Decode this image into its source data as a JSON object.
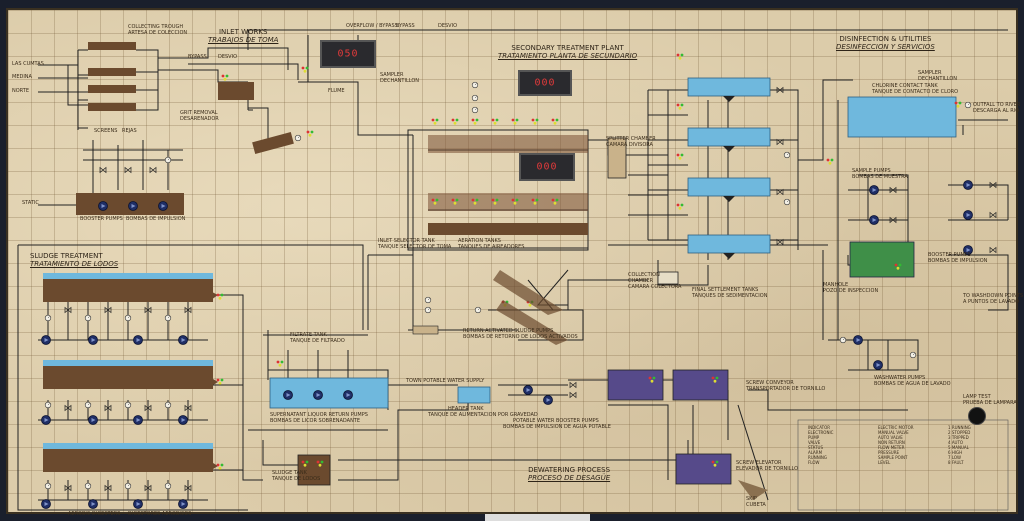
{
  "sections": {
    "inlet": {
      "en": "INLET WORKS",
      "es": "TRABAJOS DE TOMA"
    },
    "secondary": {
      "en": "SECONDARY TREATMENT PLANT",
      "es": "TRATAMIENTO PLANTA DE SECUNDARIO"
    },
    "disinfection": {
      "en": "DISINFECTION & UTILITIES",
      "es": "DESINFECCION Y SERVICIOS"
    },
    "sludge": {
      "en": "SLUDGE TREATMENT",
      "es": "TRATAMIENTO DE LODOS"
    },
    "dewatering": {
      "en": "DEWATERING PROCESS",
      "es": "PROCESO DE DESAGÜE"
    }
  },
  "meters": {
    "m1": "050",
    "m2": "000",
    "m3": "000"
  },
  "labels": {
    "collecting_trough": "COLLECTING TROUGH",
    "collecting_trough_es": "ARTESA DE COLECCION",
    "screens": "SCREENS",
    "rejas": "REJAS",
    "grit_removal": "GRIT REMOVAL",
    "grit_removal_es": "DESARENADOR",
    "booster_pumps": "BOOSTER PUMPS",
    "bombas_impulsion": "BOMBAS DE IMPULSION",
    "sampler": "SAMPLER",
    "sampler_es": "DECHANTILLON",
    "overflow": "OVERFLOW / BYPASS",
    "bypass": "BYPASS",
    "desvio": "DESVIO",
    "flume": "FLUME",
    "bypass2": "BYPASS",
    "desvio2": "DESVIO",
    "splitter": "SPLITTER CHAMBER",
    "splitter_es": "CAMARA DIVISORA",
    "aeration": "AERATION TANKS",
    "aeration_es": "TANQUES DE AIREADORES",
    "inlet_selector": "INLET SELECTOR TANK",
    "inlet_selector_es": "TANQUE SELECTOR DE TOMA",
    "collection": "COLLECTION",
    "chamber": "CHAMBER",
    "collection_es": "CAMARA COLECTORA",
    "final_settling": "FINAL SETTLEMENT TANKS",
    "final_settling_es": "TANQUES DE SEDIMENTACION",
    "chlorine": "CHLORINE CONTACT TANK",
    "chlorine_es": "TANQUE DE CONTACTO DE CLORO",
    "sampler2": "SAMPLER",
    "sampler2_es": "DECHANTILLON",
    "outfall": "OUTFALL TO RIVER",
    "outfall_es": "DESCARGA AL RIO",
    "sample_pumps": "SAMPLE PUMPS",
    "sample_pumps_es": "BOMBAS DE MUESTRA",
    "booster_pumps2": "BOOSTER PUMPS",
    "booster_pumps2_es": "BOMBAS DE IMPULSION",
    "washdown": "TO WASHDOWN POINTS",
    "washdown_es": "A PUNTOS DE LAVADO",
    "manhole": "MANHOLE",
    "manhole_es": "POZO DE INSPECCION",
    "return_act": "RETURN ACTIVATED SLUDGE PUMPS",
    "return_act_es": "BOMBAS DE RETORNO DE LODOS ACTIVADOS",
    "filtrate_tank": "FILTRATE TANK",
    "filtrate_tank_es": "TANQUE DE FILTRADO",
    "supernatant": "SUPERNATANT LIQUOR RETURN PUMPS",
    "supernatant_es": "BOMBAS DE LICOR SOBRENADANTE",
    "sludge_tank": "SLUDGE TANK",
    "sludge_tank_es": "TANQUE DE LODOS",
    "header_tank": "HEADER TANK",
    "header_tank_es": "TANQUE DE ALIMENTACION POR GRAVEDAD",
    "potable": "POTABLE WATER BOOSTER PUMPS",
    "potable_es": "BOMBAS DE IMPULSION DE AGUA POTABLE",
    "potable_supply": "TOWN POTABLE WATER SUPPLY",
    "screw_conveyor": "SCREW CONVEYOR",
    "screw_conveyor_es": "TRANSPORTADOR DE TORNILLO",
    "screw_elevator": "SCREW ELEVATOR",
    "screw_elevator_es": "ELEVADOR DE TORNILLO",
    "skip": "SKIP",
    "skip_es": "CUBETA",
    "aerobic": "AEROBIC DIGESTERS",
    "aerobic_es": "DIGESTORES AEROBICOS",
    "washwater": "WASHWATER PUMPS",
    "washwater_es": "BOMBAS DE AGUA DE LAVADO",
    "lamp_test": "LAMP TEST",
    "lamp_test_es": "PRUEBA DE LAMPARA",
    "inlet_1": "LAS CUMTAS",
    "inlet_2": "MEDINA",
    "inlet_3": "NORTE",
    "static": "STATIC"
  },
  "legend": {
    "col1": [
      "INDICATOR",
      "ELECTRONIC",
      "PUMP",
      "VALVE",
      "STATUS",
      "ALARM",
      "RUNNING",
      "FLOW"
    ],
    "col2": [
      "ELECTRIC MOTOR",
      "MANUAL VALVE",
      "AUTO VALVE",
      "NON RETURN",
      "FLOW METER",
      "PRESSURE",
      "SAMPLE POINT",
      "LEVEL"
    ],
    "col3": [
      "1 RUNNING",
      "2 STOPPED",
      "3 TRIPPED",
      "4 AUTO",
      "5 MANUAL",
      "6 HIGH",
      "7 LOW",
      "8 FAULT"
    ]
  },
  "colors": {
    "water": "#6fb8dd",
    "sludge": "#6b4a2e",
    "pump": "#1f2e66",
    "chlorine": "#3f8f48",
    "purple": "#564a8a"
  }
}
